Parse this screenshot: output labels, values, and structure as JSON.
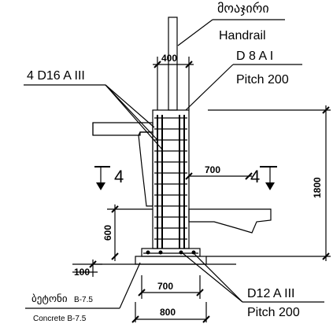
{
  "labels": {
    "handrail_geo": "მოაჯირი",
    "handrail": "Handrail",
    "rebar_main": "4 D16 A III",
    "stirrup_top": "D 8 A I",
    "stirrup_pitch": "Pitch  200",
    "section_left": "4",
    "section_right": "4",
    "bottom_bar": "D12 A III",
    "bottom_pitch": "Pitch  200",
    "concrete_geo": "ბეტონი",
    "concrete_geo_grade": "B-7.5",
    "concrete_en": "Concrete B-7.5"
  },
  "dimensions": {
    "post_width": "400",
    "inner_gap": "700",
    "height_total": "1800",
    "height_lower": "600",
    "base_offset": "100",
    "base_inner": "700",
    "base_outer": "800"
  },
  "colors": {
    "line": "#000000",
    "background": "#ffffff"
  }
}
